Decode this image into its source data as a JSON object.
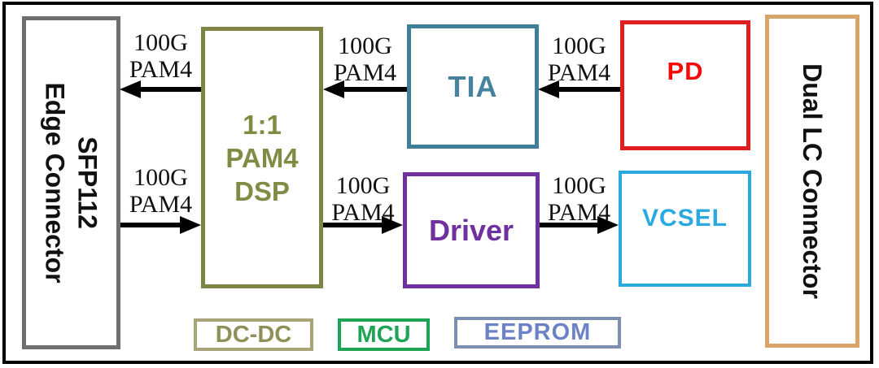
{
  "blocks": {
    "sfp_edge_connector": {
      "lines": [
        "SFP112",
        "Edge Connector"
      ]
    },
    "dsp": {
      "lines": [
        "1:1",
        "PAM4",
        "DSP"
      ]
    },
    "tia": {
      "label": "TIA"
    },
    "pd": {
      "label": "PD"
    },
    "driver": {
      "label": "Driver"
    },
    "vcsel": {
      "label": "VCSEL"
    },
    "dual_lc_connector": {
      "label": "Dual LC Connector"
    },
    "dc_dc": {
      "label": "DC-DC"
    },
    "mcu": {
      "label": "MCU"
    },
    "eeprom": {
      "label": "EEPROM"
    }
  },
  "links": [
    {
      "from": "dsp",
      "to": "sfp_edge_connector",
      "direction": "left",
      "label": [
        "100G",
        "PAM4"
      ]
    },
    {
      "from": "tia",
      "to": "dsp",
      "direction": "left",
      "label": [
        "100G",
        "PAM4"
      ]
    },
    {
      "from": "pd",
      "to": "tia",
      "direction": "left",
      "label": [
        "100G",
        "PAM4"
      ]
    },
    {
      "from": "sfp_edge_connector",
      "to": "dsp",
      "direction": "right",
      "label": [
        "100G",
        "PAM4"
      ]
    },
    {
      "from": "dsp",
      "to": "driver",
      "direction": "right",
      "label": [
        "100G",
        "PAM4"
      ]
    },
    {
      "from": "driver",
      "to": "vcsel",
      "direction": "right",
      "label": [
        "100G",
        "PAM4"
      ]
    }
  ],
  "colors": {
    "frame": "#000000",
    "arrow": "#000000",
    "sfp_border": "#6e6e6e",
    "dsp": "#7e8c44",
    "tia": "#3e7e99",
    "pd_border": "#df1f1f",
    "pd_text": "#f60909",
    "driver": "#7030a0",
    "vcsel": "#2aa9e1",
    "dual_lc_border": "#d7a56a",
    "dc_dc_border": "#a8a477",
    "dc_dc_text": "#8f8f58",
    "mcu": "#1fa455",
    "eeprom_border": "#7b8fb0",
    "eeprom_text": "#6d82c6"
  }
}
